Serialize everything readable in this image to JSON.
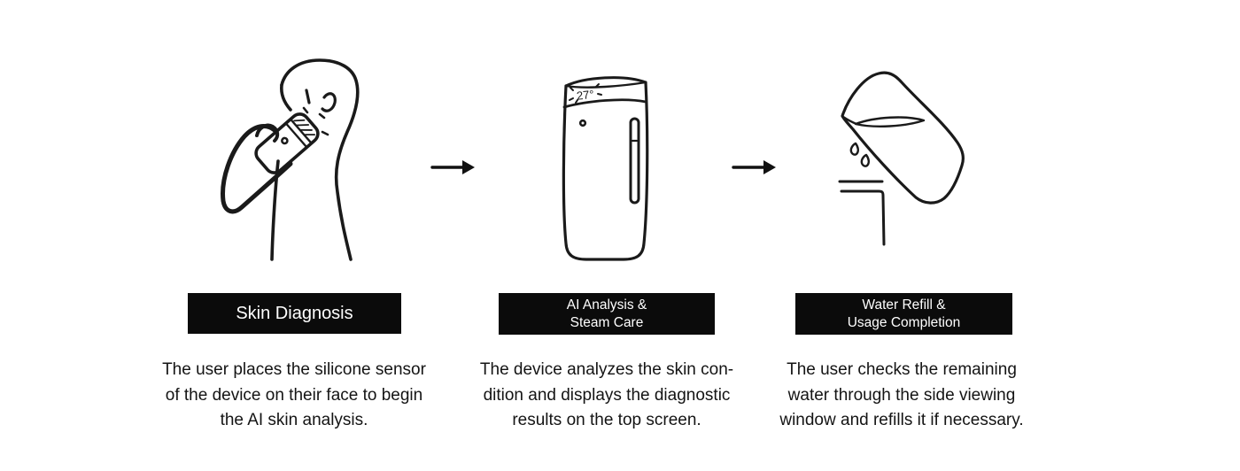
{
  "steps": [
    {
      "title_lines": [
        "Skin Diagnosis"
      ],
      "description_lines": [
        "The user places the silicone sensor",
        "of the device on their face to begin",
        "the AI skin analysis."
      ],
      "illustration": "person-pressing-device-sensor-on-face"
    },
    {
      "title_lines": [
        "AI Analysis &",
        "Steam Care"
      ],
      "description_lines": [
        "The device analyzes the skin con-",
        "dition and displays the diagnostic",
        "results on the top screen."
      ],
      "illustration": "steam-device-with-top-screen-and-side-window",
      "display_temp": "27°"
    },
    {
      "title_lines": [
        "Water Refill &",
        "Usage Completion"
      ],
      "description_lines": [
        "The user checks the remaining",
        "water through the side viewing",
        "window and refills it if necessary."
      ],
      "illustration": "water-being-poured-into-tank-opening"
    }
  ],
  "icons": {
    "arrow": "→"
  },
  "colors": {
    "background": "#ffffff",
    "label_bg": "#0b0b0b",
    "label_text": "#ffffff",
    "line_art": "#1a1a1a",
    "body_text": "#141414"
  }
}
